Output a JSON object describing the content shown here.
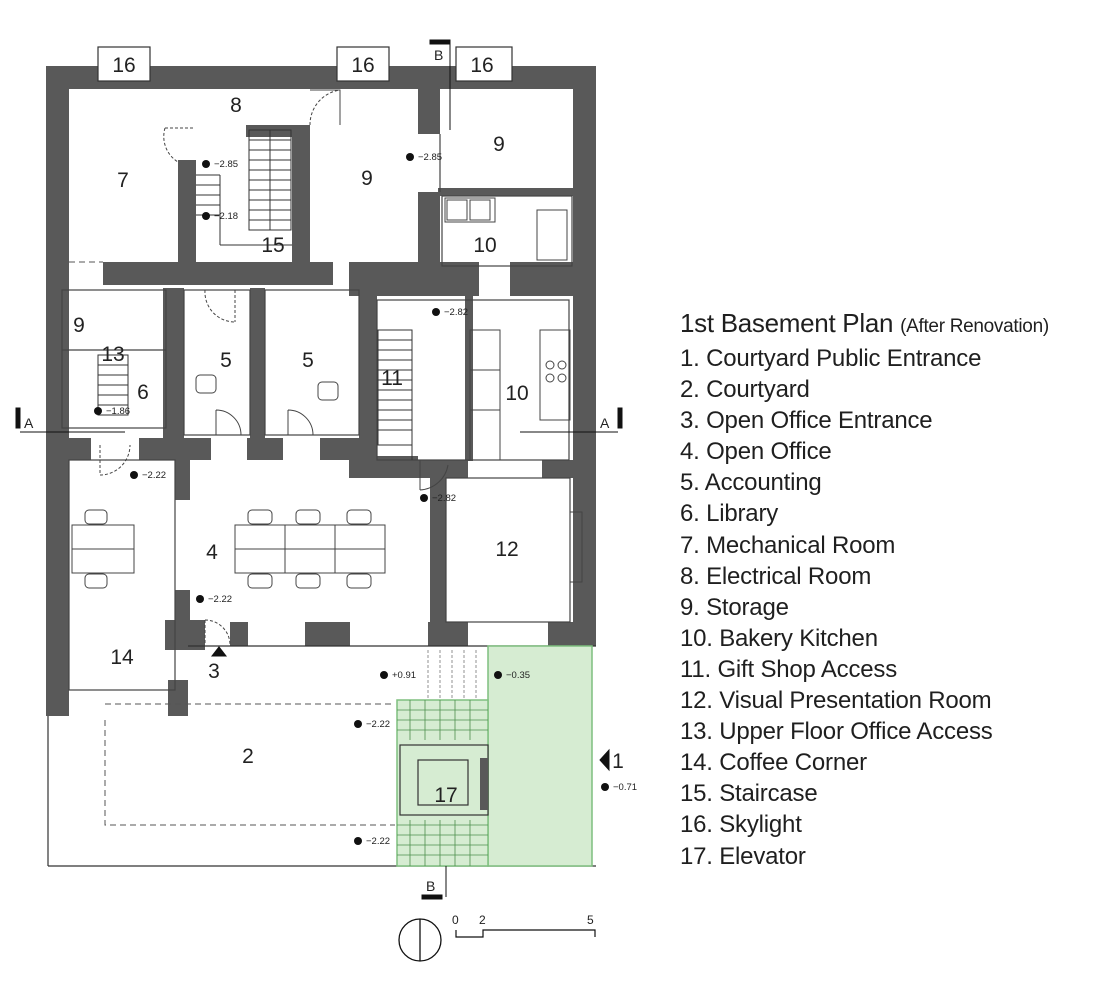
{
  "legend": {
    "title": "1st Basement Plan",
    "subtitle": "(After Renovation)",
    "items": [
      "1. Courtyard Public Entrance",
      "2. Courtyard",
      "3. Open Office Entrance",
      "4. Open Office",
      "5. Accounting",
      "6. Library",
      "7. Mechanical Room",
      "8. Electrical Room",
      "9. Storage",
      "10. Bakery Kitchen",
      "11. Gift Shop Access",
      "12. Visual Presentation Room",
      "13. Upper Floor Office Access",
      "14. Coffee Corner",
      "15. Staircase",
      "16. Skylight",
      "17. Elevator"
    ]
  },
  "rooms": {
    "skylight": "16",
    "mechanical": "7",
    "electrical": "8",
    "storage": "9",
    "staircase": "15",
    "bakery": "10",
    "upper_access": "13",
    "library": "6",
    "accounting": "5",
    "giftshop": "11",
    "visual": "12",
    "open_office": "4",
    "coffee": "14",
    "office_entrance": "3",
    "courtyard": "2",
    "elevator": "17",
    "public_entrance": "1"
  },
  "levels": {
    "l285": "−2.85",
    "l218": "−2.18",
    "l282": "−2.82",
    "l186": "−1.86",
    "l222": "−2.22",
    "l091": "+0.91",
    "l035": "−0.35",
    "l071": "−0.71"
  },
  "sections": {
    "a": "A",
    "b": "B"
  },
  "scale": {
    "s0": "0",
    "s2": "2",
    "s5": "5"
  },
  "colors": {
    "wall": "#595959",
    "green_area": "#d6ecd2",
    "green_stroke": "#7fbf7f"
  }
}
